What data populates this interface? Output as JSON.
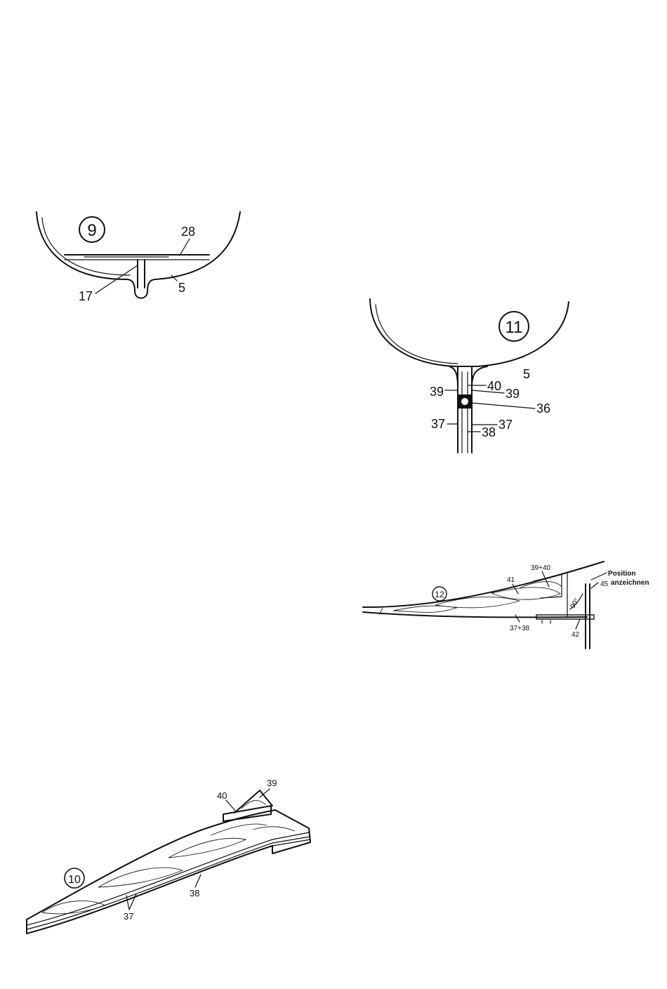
{
  "figures": [
    {
      "number": "9",
      "labels": {
        "l28": "28",
        "l17": "17",
        "l5": "5"
      }
    },
    {
      "number": "10",
      "labels": {
        "l40": "40",
        "l39": "39",
        "l38": "38",
        "l37": "37"
      }
    },
    {
      "number": "11",
      "labels": {
        "l5": "5",
        "l40": "40",
        "l39a": "39",
        "l39b": "39",
        "l36": "36",
        "l37a": "37",
        "l37b": "37",
        "l38": "38"
      }
    },
    {
      "number": "12",
      "labels": {
        "l3940": "39+40",
        "l41": "41",
        "l3738": "37+38",
        "l42": "42",
        "l45": "45",
        "angle": "90°",
        "note_line1": "Position",
        "note_line2": "anzeichnen"
      }
    }
  ]
}
